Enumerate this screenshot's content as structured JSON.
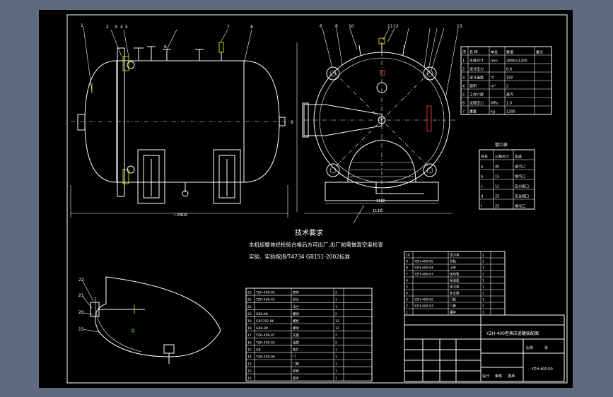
{
  "tech_req": {
    "title": "技术要求",
    "line1": "本机组整体经检验合格后方可出厂,出厂前需做真空度检查",
    "line2": "实验、实验按JB/T4734 GB151-2002标准"
  },
  "dims": {
    "length": "~2800",
    "width_1": "1135",
    "width_2": "1120"
  },
  "part_labels_front": [
    "1",
    "2",
    "3",
    "4",
    "5",
    "6",
    "7",
    "8",
    "9",
    "10",
    "11",
    "12",
    "13"
  ],
  "params_table": {
    "headers": [
      "序",
      "名  称",
      "单位",
      "数值",
      "备注"
    ],
    "rows": [
      [
        "1",
        "主体尺寸",
        "mm",
        "2800×1200",
        ""
      ],
      [
        "2",
        "设计压力",
        "",
        "0.8",
        ""
      ],
      [
        "3",
        "设计温度",
        "℃",
        "150",
        ""
      ],
      [
        "4",
        "容积",
        "m³",
        "2",
        ""
      ],
      [
        "5",
        "工作介质",
        "",
        "蒸汽",
        ""
      ],
      [
        "6",
        "试验压力",
        "MPa",
        "1.0",
        ""
      ],
      [
        "7",
        "重量",
        "kg",
        "1200",
        ""
      ]
    ]
  },
  "nozzle_table": {
    "title": "管口表",
    "headers": [
      "符号",
      "公称尺寸",
      "用途"
    ],
    "rows": [
      [
        "a",
        "40",
        "进汽口"
      ],
      [
        "b",
        "15",
        "排汽口"
      ],
      [
        "c",
        "15",
        "压力表口"
      ],
      [
        "d",
        "25",
        "安全阀口"
      ],
      [
        "f",
        "25",
        "排污口"
      ]
    ]
  },
  "bom_left": [
    [
      "23",
      "YZH-400-05",
      "筒体",
      "2"
    ],
    [
      "22",
      "YZH-400-01",
      "封头",
      "1"
    ],
    [
      "21",
      "",
      "法兰",
      "1"
    ],
    [
      "20",
      "GB6-88",
      "螺母",
      "2"
    ],
    [
      "19",
      "GB5782-86",
      "螺栓",
      "12"
    ],
    [
      "18",
      "GB6-88",
      "螺母",
      "12"
    ],
    [
      "17",
      "YZH-400-07",
      "支座",
      "2"
    ],
    [
      "16",
      "YZH-400-03",
      "接管",
      "2"
    ],
    [
      "15",
      "GB",
      "垫片",
      "1"
    ],
    [
      "14",
      "YZH-400-06",
      "门",
      "1"
    ],
    [
      "13",
      "",
      "门框",
      "1"
    ],
    [
      "12",
      "",
      "铰链",
      "1"
    ],
    [
      "11",
      "",
      "把手",
      "1"
    ]
  ],
  "bom_right": [
    [
      "10",
      "",
      "压力表",
      "1"
    ],
    [
      "9",
      "YZH-400-05",
      "导轨",
      "1"
    ],
    [
      "8",
      "YZH-400-04",
      "小车",
      "1"
    ],
    [
      "7",
      "YZH-400-07",
      "加热管",
      "1"
    ],
    [
      "6",
      "",
      "保温层",
      "1"
    ],
    [
      "5",
      "",
      "压力表",
      "1"
    ],
    [
      "4",
      "",
      "安全阀",
      "1"
    ],
    [
      "3",
      "YZH-400-02",
      "门栓",
      "1"
    ],
    [
      "2",
      "YZH-400-03",
      "门座",
      "1"
    ],
    [
      "1",
      "",
      "罐体",
      "1"
    ]
  ],
  "title_block": {
    "drawing_name": "YZH-400型蒸压釜罐装配图",
    "drawing_no": "YZH-400-00",
    "design": "设计",
    "check": "审核",
    "approve": "批准",
    "scale": "比例",
    "sheet": "张"
  }
}
